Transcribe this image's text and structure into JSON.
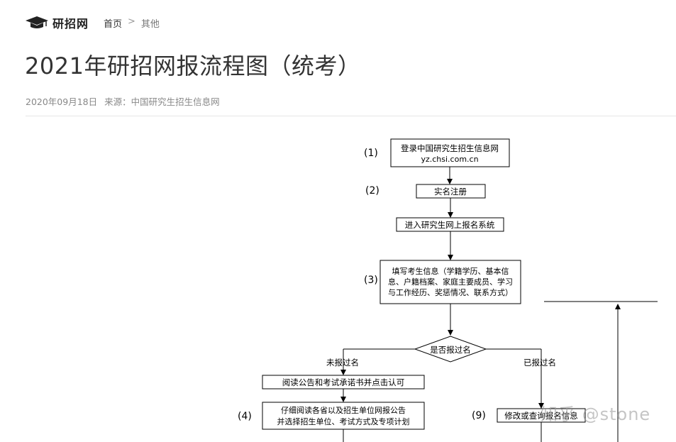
{
  "header": {
    "logo_text": "研招网",
    "breadcrumb": {
      "home": "首页",
      "separator": ">",
      "current": "其他"
    }
  },
  "article": {
    "title": "2021年研招网报流程图（统考）",
    "date": "2020年09月18日",
    "source": "来源：中国研究生招生信息网"
  },
  "flowchart": {
    "step1_num": "(1)",
    "step1_line1": "登录中国研究生招生信息网",
    "step1_line2": "yz.chsi.com.cn",
    "step2_num": "(2)",
    "step2": "实名注册",
    "step_enter": "进入研究生网上报名系统",
    "step3_num": "(3)",
    "step3_line1": "填写考生信息（学籍学历、基本信",
    "step3_line2": "息、户籍档案、家庭主要成员、学习",
    "step3_line3": "与工作经历、奖惩情况、联系方式）",
    "decision": "是否报过名",
    "branch_no": "未报过名",
    "branch_yes": "已报过名",
    "read_notice": "阅读公告和考试承诺书并点击认可",
    "step4_num": "(4)",
    "step4_line1": "仔细阅读各省以及招生单位网报公告",
    "step4_line2": "并选择招生单位、考试方式及专项计划",
    "step9_num": "(9)",
    "step9": "修改或查询报名信息"
  },
  "watermark": "知乎 @stone"
}
